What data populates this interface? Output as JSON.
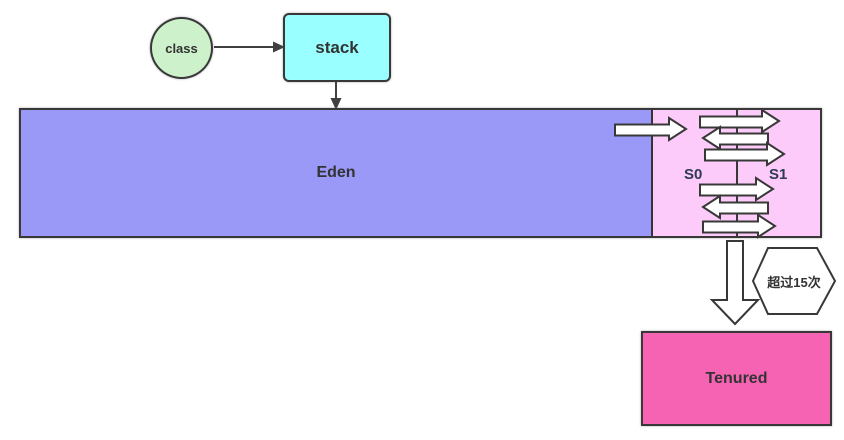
{
  "nodes": {
    "class": {
      "label": "class"
    },
    "stack": {
      "label": "stack"
    },
    "eden": {
      "label": "Eden"
    },
    "survivor": {
      "s0": "S0",
      "s1": "S1"
    },
    "promotion": {
      "label": "超过15次"
    },
    "tenured": {
      "label": "Tenured"
    }
  },
  "colors": {
    "class_fill": "#cdf2cb",
    "stack_fill": "#99ffff",
    "eden_fill": "#9a99f8",
    "survivor_fill": "#fccbfa",
    "tenured_fill": "#f763b3",
    "border": "#383838",
    "block_arrow_fill": "#ffffff",
    "hexagon_fill": "#ffffff",
    "text": "#333333",
    "background": "#ffffff"
  }
}
